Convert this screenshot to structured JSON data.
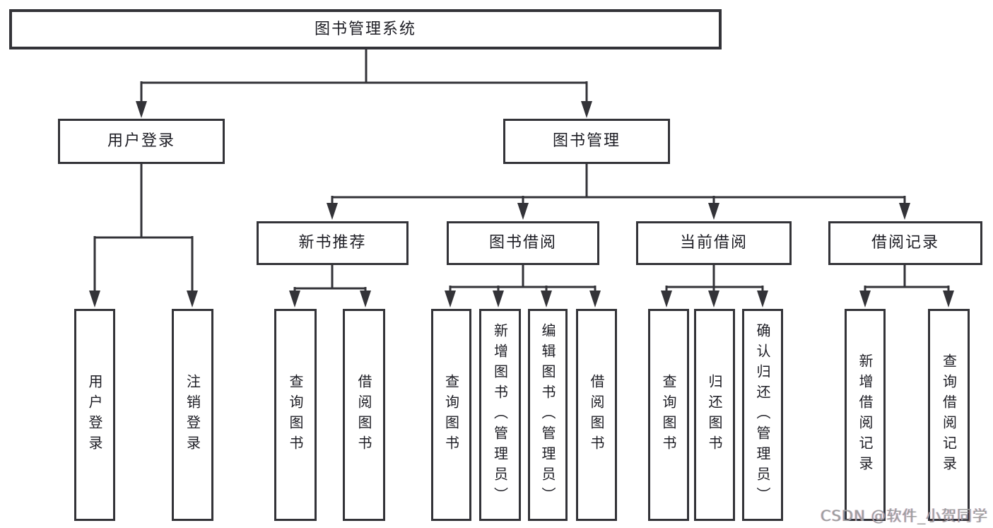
{
  "diagram_type": "functional-structure-tree",
  "colors": {
    "line": "#333338",
    "box_border": "#333338",
    "text": "#1d1d24",
    "watermark_text": "#9c9c9c",
    "background": "#ffffff"
  },
  "tree": {
    "label": "图书管理系统",
    "children": [
      {
        "label": "用户登录",
        "children": [
          {
            "label": "用户登录"
          },
          {
            "label": "注销登录"
          }
        ]
      },
      {
        "label": "图书管理",
        "children": [
          {
            "label": "新书推荐",
            "children": [
              {
                "label": "查询图书"
              },
              {
                "label": "借阅图书"
              }
            ]
          },
          {
            "label": "图书借阅",
            "children": [
              {
                "label": "查询图书"
              },
              {
                "label": "新增图书（管理员）"
              },
              {
                "label": "编辑图书（管理员）"
              },
              {
                "label": "借阅图书"
              }
            ]
          },
          {
            "label": "当前借阅",
            "children": [
              {
                "label": "查询图书"
              },
              {
                "label": "归还图书"
              },
              {
                "label": "确认归还（管理员）"
              }
            ]
          },
          {
            "label": "借阅记录",
            "children": [
              {
                "label": "新增借阅记录"
              },
              {
                "label": "查询借阅记录"
              }
            ]
          }
        ]
      }
    ]
  },
  "watermark": {
    "text": "CSDN @软件_小贺同学"
  }
}
